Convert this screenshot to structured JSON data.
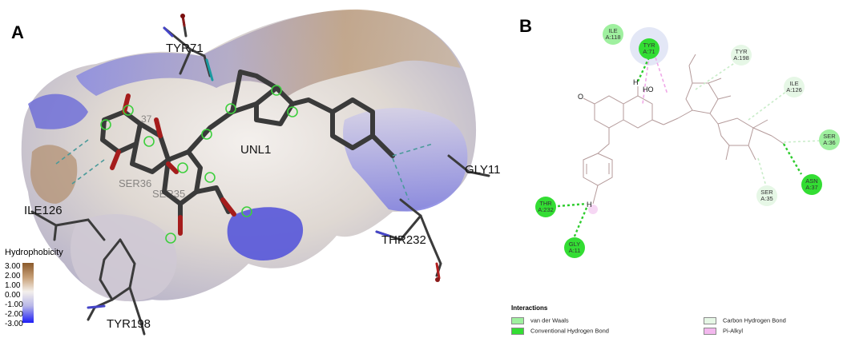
{
  "panel_a": {
    "letter": "A",
    "labels": {
      "tyr71": "TYR71",
      "unl1": "UNL1",
      "gly11": "GLY11",
      "ile126": "ILE126",
      "thr232": "THR232",
      "tyr198": "TYR198",
      "asn37": "37",
      "ser36": "SER36",
      "ser35": "SER35"
    },
    "legend": {
      "title": "Hydrophobicity",
      "ticks": [
        "3.00",
        "2.00",
        "1.00",
        "0.00",
        "-1.00",
        "-2.00",
        "-3.00"
      ]
    }
  },
  "panel_b": {
    "letter": "B",
    "residues": [
      {
        "name": "ILE",
        "id": "A:118",
        "kind": "vdw"
      },
      {
        "name": "TYR",
        "id": "A:71",
        "kind": "hb"
      },
      {
        "name": "TYR",
        "id": "A:198",
        "kind": "chb"
      },
      {
        "name": "ILE",
        "id": "A:126",
        "kind": "chb"
      },
      {
        "name": "SER",
        "id": "A:36",
        "kind": "vdw"
      },
      {
        "name": "ASN",
        "id": "A:37",
        "kind": "hb"
      },
      {
        "name": "SER",
        "id": "A:35",
        "kind": "chb"
      },
      {
        "name": "THR",
        "id": "A:232",
        "kind": "hb"
      },
      {
        "name": "GLY",
        "id": "A:11",
        "kind": "hb"
      }
    ],
    "atoms": {
      "o": "O",
      "h": "H",
      "ho": "HO"
    },
    "legend": {
      "title": "Interactions",
      "items": [
        {
          "label": "van der Waals",
          "color": "#9ff09f"
        },
        {
          "label": "Carbon Hydrogen Bond",
          "color": "#e6f7e6"
        },
        {
          "label": "Conventional Hydrogen Bond",
          "color": "#33dd33"
        },
        {
          "label": "Pi-Alkyl",
          "color": "#f3b8ee"
        }
      ]
    }
  },
  "colors": {
    "hydrophobic": "#8b5a2b",
    "hydrophilic": "#1d1df5",
    "ligand": "#3a3a3a",
    "oxygen": "#c0392b",
    "hbond_contact": "#3ecf3e"
  }
}
